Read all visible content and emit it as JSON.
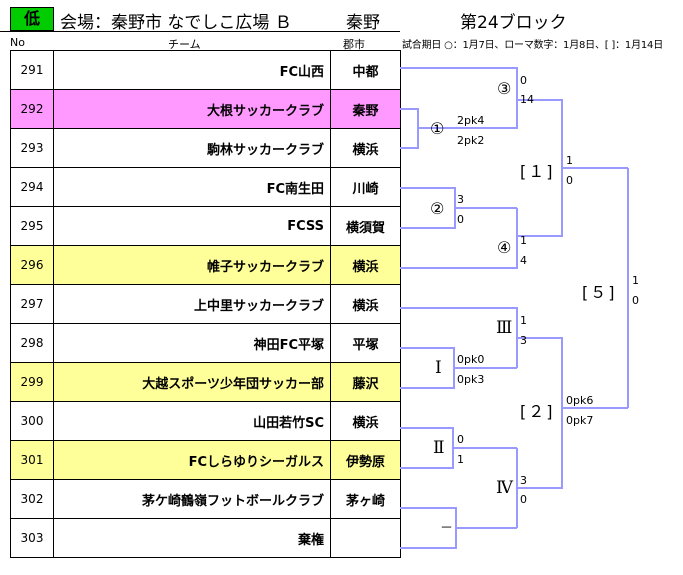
{
  "header": {
    "level": "低",
    "venue": "会場：秦野市 なでしこ広場 Ｂ",
    "city": "秦野",
    "block": "第24ブロック",
    "col_no": "No",
    "col_team": "チーム",
    "col_muni": "郡市",
    "legend": "試合期日 ○：1月7日、ローマ数字：1月8日、[ ]：1月14日"
  },
  "colors": {
    "level_badge": "#00cc00",
    "highlight_pink": "#ff99ff",
    "highlight_yellow": "#ffff99",
    "bracket_line": "#9999ff"
  },
  "teams": [
    {
      "no": "291",
      "name": "FC山西",
      "muni": "中都",
      "highlight": ""
    },
    {
      "no": "292",
      "name": "大根サッカークラブ",
      "muni": "秦野",
      "highlight": "pink"
    },
    {
      "no": "293",
      "name": "駒林サッカークラブ",
      "muni": "横浜",
      "highlight": ""
    },
    {
      "no": "294",
      "name": "FC南生田",
      "muni": "川崎",
      "highlight": ""
    },
    {
      "no": "295",
      "name": "FCSS",
      "muni": "横須賀",
      "highlight": ""
    },
    {
      "no": "296",
      "name": "帷子サッカークラブ",
      "muni": "横浜",
      "highlight": "yellow"
    },
    {
      "no": "297",
      "name": "上中里サッカークラブ",
      "muni": "横浜",
      "highlight": ""
    },
    {
      "no": "298",
      "name": "神田FC平塚",
      "muni": "平塚",
      "highlight": ""
    },
    {
      "no": "299",
      "name": "大越スポーツ少年団サッカー部",
      "muni": "藤沢",
      "highlight": "yellow"
    },
    {
      "no": "300",
      "name": "山田若竹SC",
      "muni": "横浜",
      "highlight": ""
    },
    {
      "no": "301",
      "name": "FCしらゆりシーガルス",
      "muni": "伊勢原",
      "highlight": "yellow"
    },
    {
      "no": "302",
      "name": "茅ケ崎鶴嶺フットボールクラブ",
      "muni": "茅ヶ崎",
      "highlight": ""
    },
    {
      "no": "303",
      "name": "棄権",
      "muni": "",
      "highlight": ""
    }
  ],
  "bracket": {
    "m1": {
      "label": "①",
      "top": "2pk4",
      "bottom": "2pk2"
    },
    "m2": {
      "label": "②",
      "top": "3",
      "bottom": "0"
    },
    "m3": {
      "label": "③",
      "top": "0",
      "bottom": "14"
    },
    "m4": {
      "label": "④",
      "top": "1",
      "bottom": "4"
    },
    "r1": {
      "label": "Ⅰ",
      "top": "0pk0",
      "bottom": "0pk3"
    },
    "r2": {
      "label": "Ⅱ",
      "top": "0",
      "bottom": "1"
    },
    "r3": {
      "label": "Ⅲ",
      "top": "1",
      "bottom": "3"
    },
    "r4": {
      "label": "Ⅳ",
      "top": "3",
      "bottom": "0"
    },
    "r5": {
      "label": "－"
    },
    "b1": {
      "label": "[１]",
      "top": "1",
      "bottom": "0"
    },
    "b2": {
      "label": "[２]",
      "top": "0pk6",
      "bottom": "0pk7"
    },
    "b5": {
      "label": "[５]",
      "top": "1",
      "bottom": "0"
    }
  }
}
